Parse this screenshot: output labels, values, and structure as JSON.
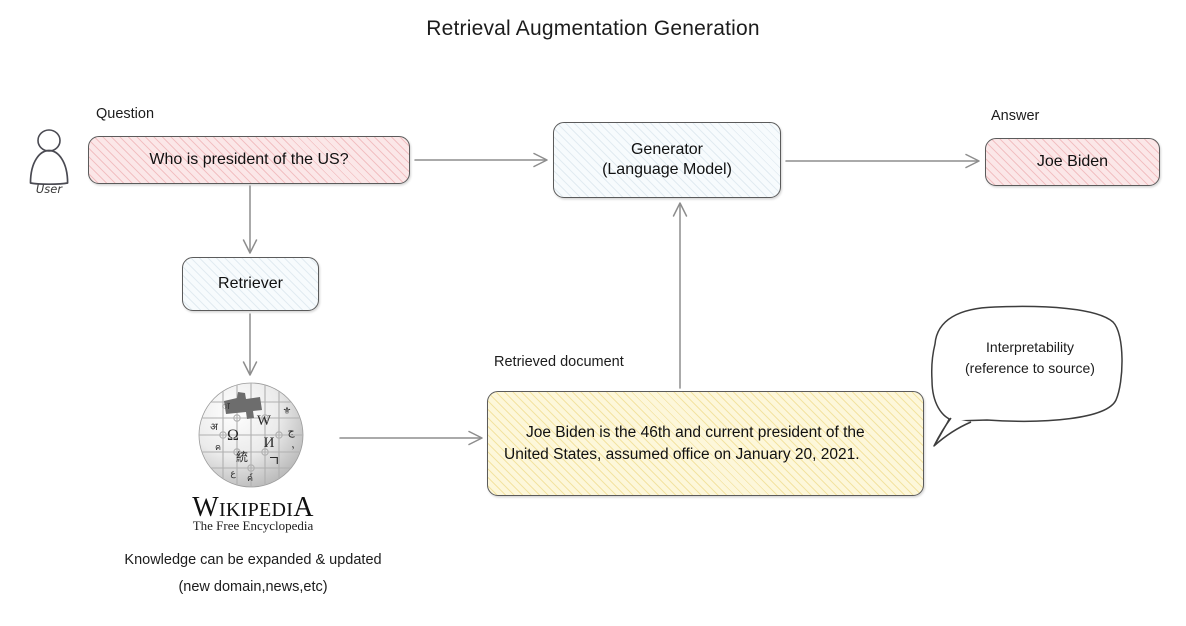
{
  "page": {
    "title": "Retrieval Augmentation Generation",
    "background": "#ffffff"
  },
  "colors": {
    "question_fill": "#fbe7e8",
    "answer_fill": "#fbe7e8",
    "generator_fill": "#f7fbfd",
    "retriever_fill": "#f7fbfd",
    "document_fill": "#fdf7da",
    "node_border": "#5b5b5b",
    "arrow": "#8a8a8a",
    "text": "#1c1c1c"
  },
  "actor": {
    "icon": "user-person-icon",
    "label": "User"
  },
  "labels": {
    "question": "Question",
    "answer": "Answer",
    "retrieved_document": "Retrieved document"
  },
  "nodes": {
    "question": {
      "text": "Who is president of the US?",
      "fill": "pink-hatched"
    },
    "generator": {
      "line1": "Generator",
      "line2": "(Language Model)",
      "fill": "blue-hatched"
    },
    "answer": {
      "text": "Joe Biden",
      "fill": "pink-hatched"
    },
    "retriever": {
      "text": "Retriever",
      "fill": "blue-hatched"
    },
    "document": {
      "text": "Joe Biden is the 46th and current president of the United States, assumed office on January 20, 2021.",
      "fill": "yellow-hatched"
    }
  },
  "knowledge_source": {
    "logo": "wikipedia-globe-logo",
    "wordmark_w": "W",
    "wordmark_rest": "IKIPEDI",
    "wordmark_a": "A",
    "tagline": "The Free Encyclopedia",
    "note_line1": "Knowledge can be expanded & updated",
    "note_line2": "(new domain,news,etc)"
  },
  "callout": {
    "line1": "Interpretability",
    "line2": "(reference to source)"
  },
  "edges": [
    {
      "name": "question-to-generator",
      "from": "question",
      "to": "generator",
      "direction": "right"
    },
    {
      "name": "question-to-retriever",
      "from": "question",
      "to": "retriever",
      "direction": "down"
    },
    {
      "name": "retriever-to-wikipedia",
      "from": "retriever",
      "to": "wikipedia",
      "direction": "down"
    },
    {
      "name": "wikipedia-to-document",
      "from": "wikipedia",
      "to": "document",
      "direction": "right"
    },
    {
      "name": "document-to-generator",
      "from": "document",
      "to": "generator",
      "direction": "up"
    },
    {
      "name": "generator-to-answer",
      "from": "generator",
      "to": "answer",
      "direction": "right"
    }
  ]
}
